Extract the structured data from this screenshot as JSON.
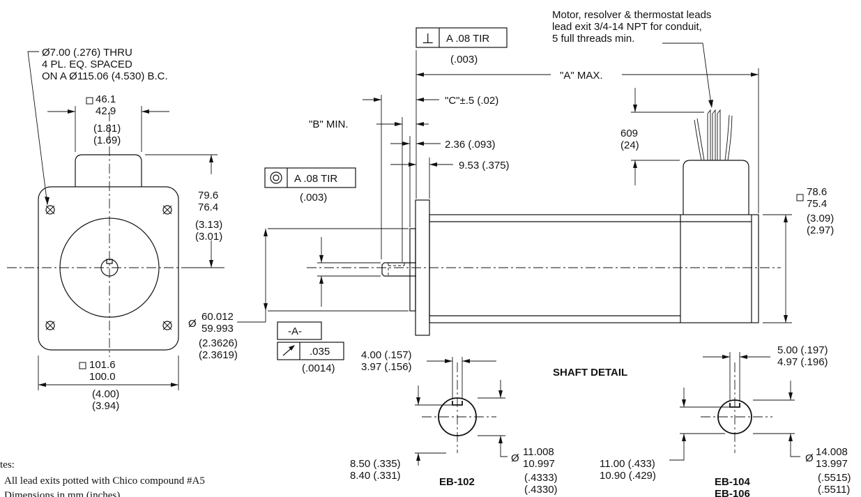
{
  "front_view": {
    "hole_note": [
      "Ø7.00 (.276) THRU",
      "4 PL. EQ. SPACED",
      "ON A Ø115.06 (4.530) B.C."
    ],
    "top_box": [
      "46.1",
      "42.9",
      "(1.81)",
      "(1.69)"
    ],
    "height": [
      "79.6",
      "76.4",
      "(3.13)",
      "(3.01)"
    ],
    "width": [
      "101.6",
      "100.0",
      "(4.00)",
      "(3.94)"
    ]
  },
  "side_view": {
    "perp_tol": {
      "symbol": "⊥",
      "text": "A .08 TIR",
      "inch": "(.003)"
    },
    "conc_tol": {
      "symbol": "◎",
      "text": "A .08 TIR",
      "inch": "(.003)"
    },
    "leads_note": [
      "Motor, resolver & thermostat leads",
      "lead exit 3/4-14 NPT for conduit,",
      "5 full threads min."
    ],
    "a_max": "\"A\" MAX.",
    "c_dim": "\"C\"±.5 (.02)",
    "b_min": "\"B\" MIN.",
    "dim_236": "2.36 (.093)",
    "dim_953": "9.53 (.375)",
    "leads_len": [
      "609",
      "(24)"
    ],
    "body_box": [
      "78.6",
      "75.4",
      "(3.09)",
      "(2.97)"
    ],
    "pilot_dia": [
      "60.012",
      "59.993",
      "(2.3626)",
      "(2.3619)"
    ],
    "datum": "-A-",
    "runout": {
      "symbol": "↗",
      "value": ".035",
      "inch": "(.0014)"
    }
  },
  "shaft_detail": {
    "title": "SHAFT DETAIL",
    "eb102": {
      "label": "EB-102",
      "key_width": [
        "4.00 (.157)",
        "3.97 (.156)"
      ],
      "key_depth": [
        "8.50 (.335)",
        "8.40 (.331)"
      ],
      "diameter": [
        "11.008",
        "10.997",
        "(.4333)",
        "(.4330)"
      ]
    },
    "eb104": {
      "labels": [
        "EB-104",
        "EB-106"
      ],
      "key_width": [
        "5.00 (.197)",
        "4.97 (.196)"
      ],
      "key_depth": [
        "11.00 (.433)",
        "10.90 (.429)"
      ],
      "diameter": [
        "14.008",
        "13.997",
        "(.5515)",
        "(.5511)"
      ]
    }
  },
  "notes": {
    "header": "tes:",
    "items": [
      "All lead exits potted with Chico compound #A5",
      "Dimensions in mm (inches)"
    ]
  },
  "symbols": {
    "dia": "Ø",
    "square": "□"
  }
}
